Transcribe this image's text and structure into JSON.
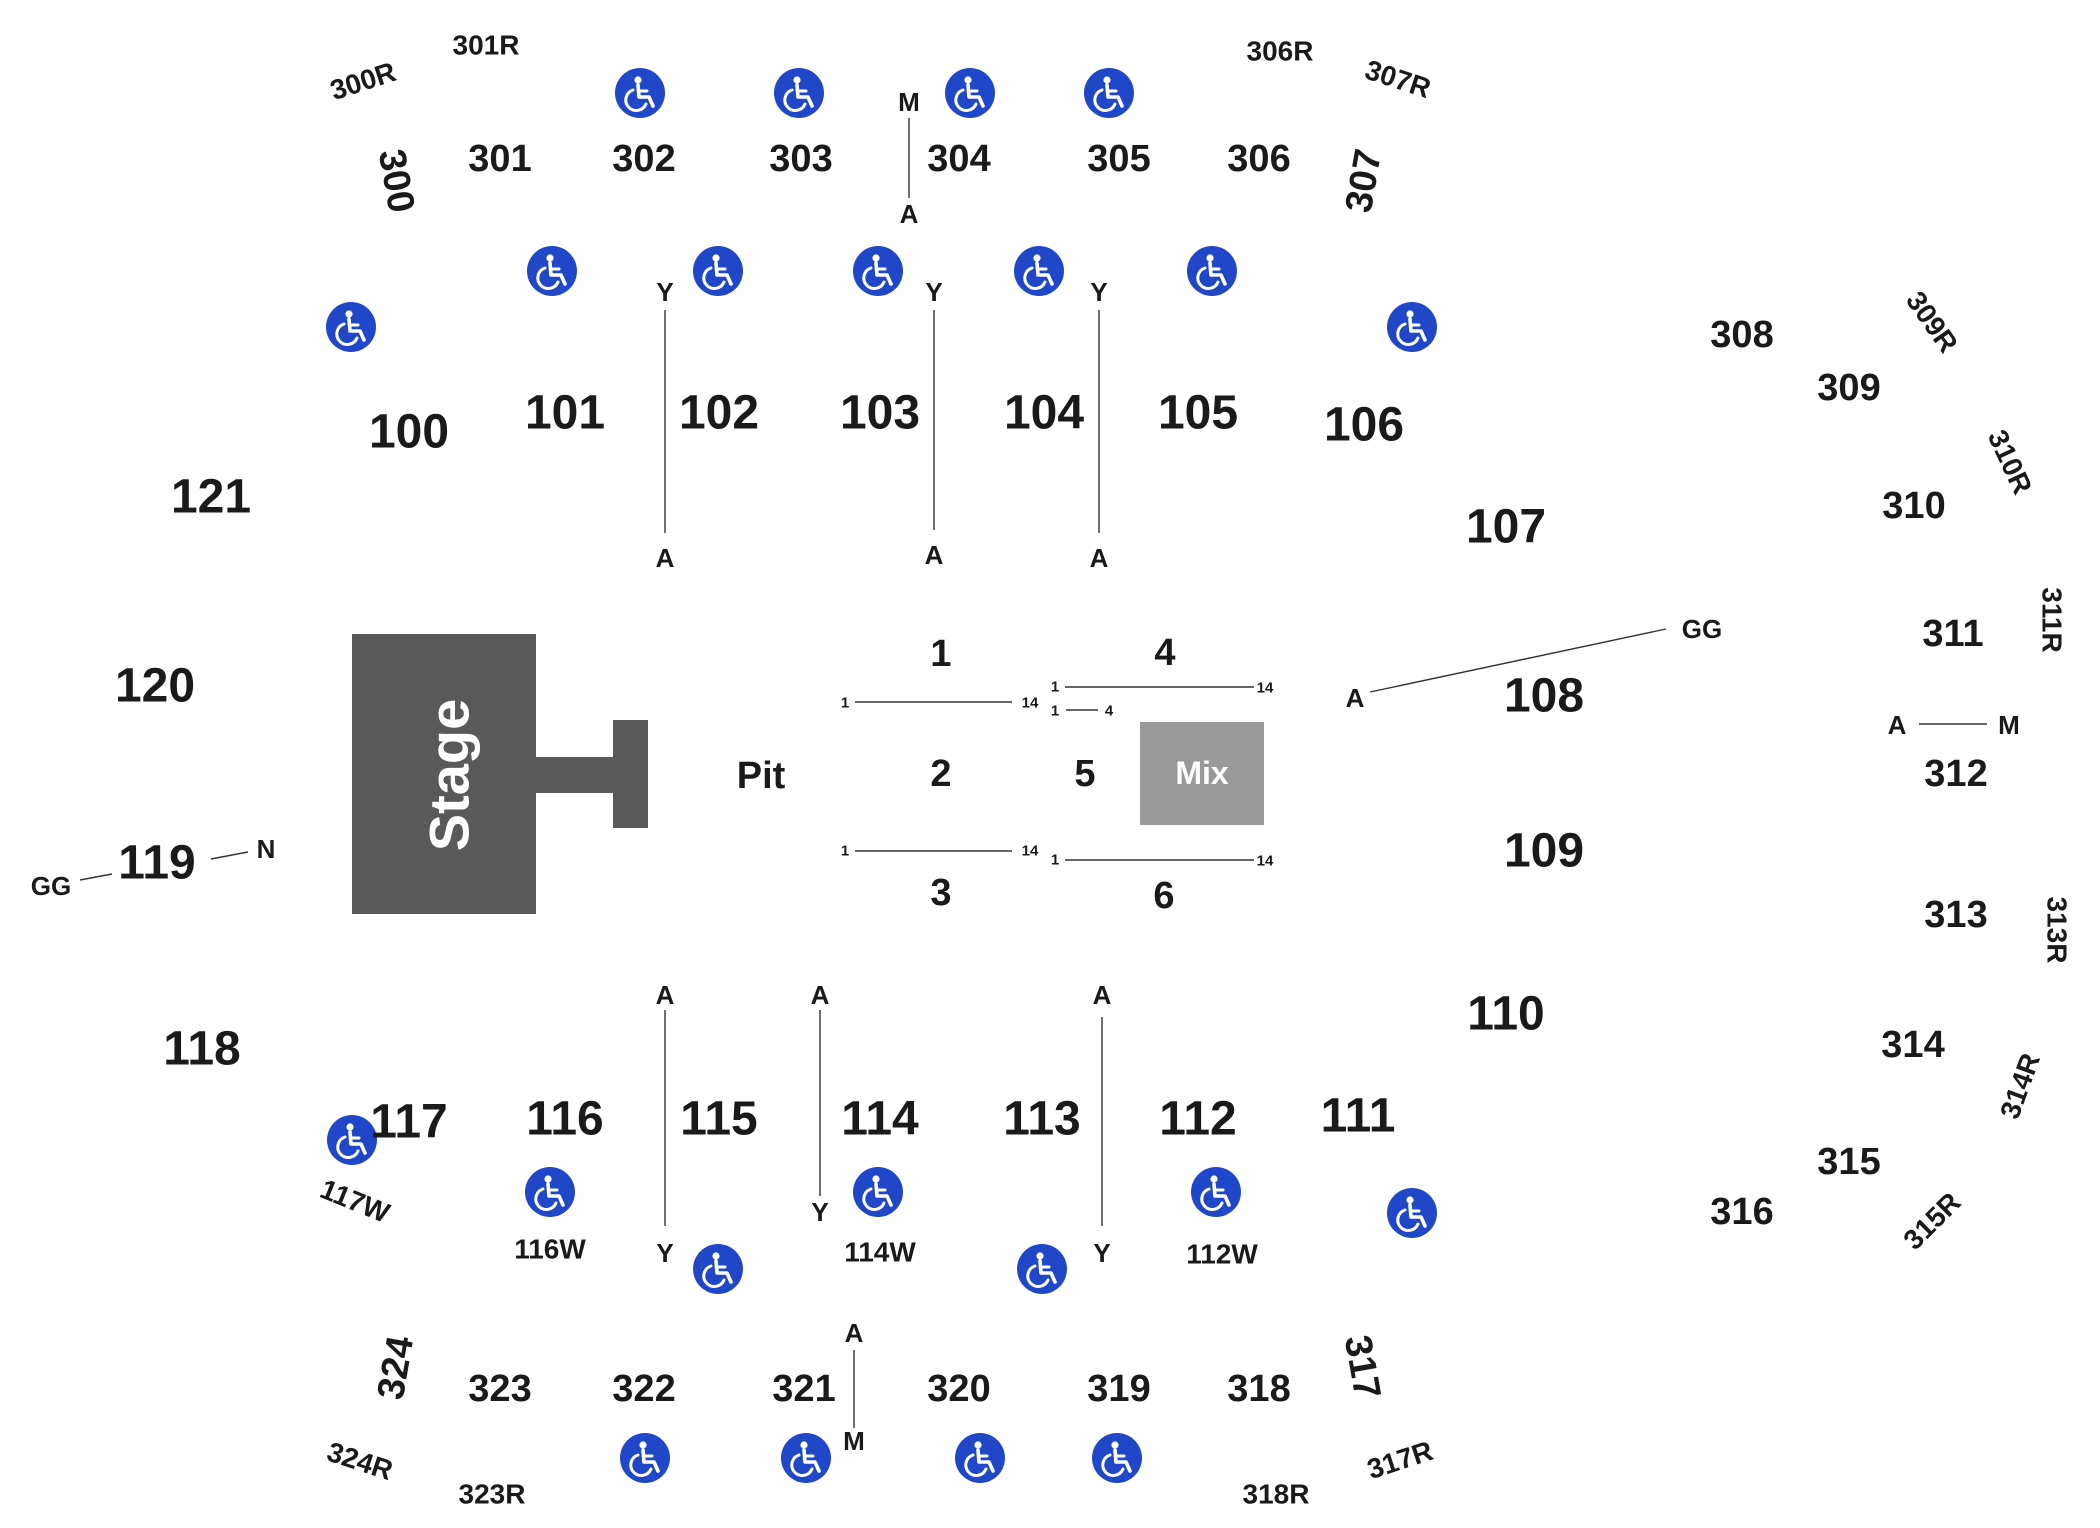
{
  "map": {
    "stage_label": "Stage",
    "pit_label": "Pit",
    "mix_label": "Mix",
    "colors": {
      "stage": "#595959",
      "mix": "#999999",
      "wheelchair": "#1f47c8",
      "text": "#1a1a1a",
      "line": "#333333"
    },
    "icon_name": "wheelchair-icon",
    "sections_100": [
      "100",
      "101",
      "102",
      "103",
      "104",
      "105",
      "106",
      "107",
      "108",
      "109",
      "110",
      "111",
      "112",
      "113",
      "114",
      "115",
      "116",
      "117",
      "118",
      "119",
      "120",
      "121"
    ],
    "sections_300": [
      "300",
      "301",
      "302",
      "303",
      "304",
      "305",
      "306",
      "307",
      "308",
      "309",
      "310",
      "311",
      "312",
      "313",
      "314",
      "315",
      "316",
      "317",
      "318",
      "319",
      "320",
      "321",
      "322",
      "323",
      "324"
    ],
    "floor_sections": [
      "1",
      "2",
      "3",
      "4",
      "5",
      "6"
    ],
    "row_tags": [
      "300R",
      "301R",
      "306R",
      "307R",
      "309R",
      "310R",
      "311R",
      "313R",
      "314R",
      "315R",
      "317R",
      "318R",
      "323R",
      "324R"
    ],
    "wheelchair_tags": [
      "117W",
      "116W",
      "114W",
      "112W"
    ],
    "row_letters": {
      "y": "Y",
      "a": "A",
      "m": "M",
      "n": "N",
      "gg": "GG"
    },
    "floor_row_numbers": {
      "first": "1",
      "last": "14",
      "short_last": "4"
    }
  }
}
